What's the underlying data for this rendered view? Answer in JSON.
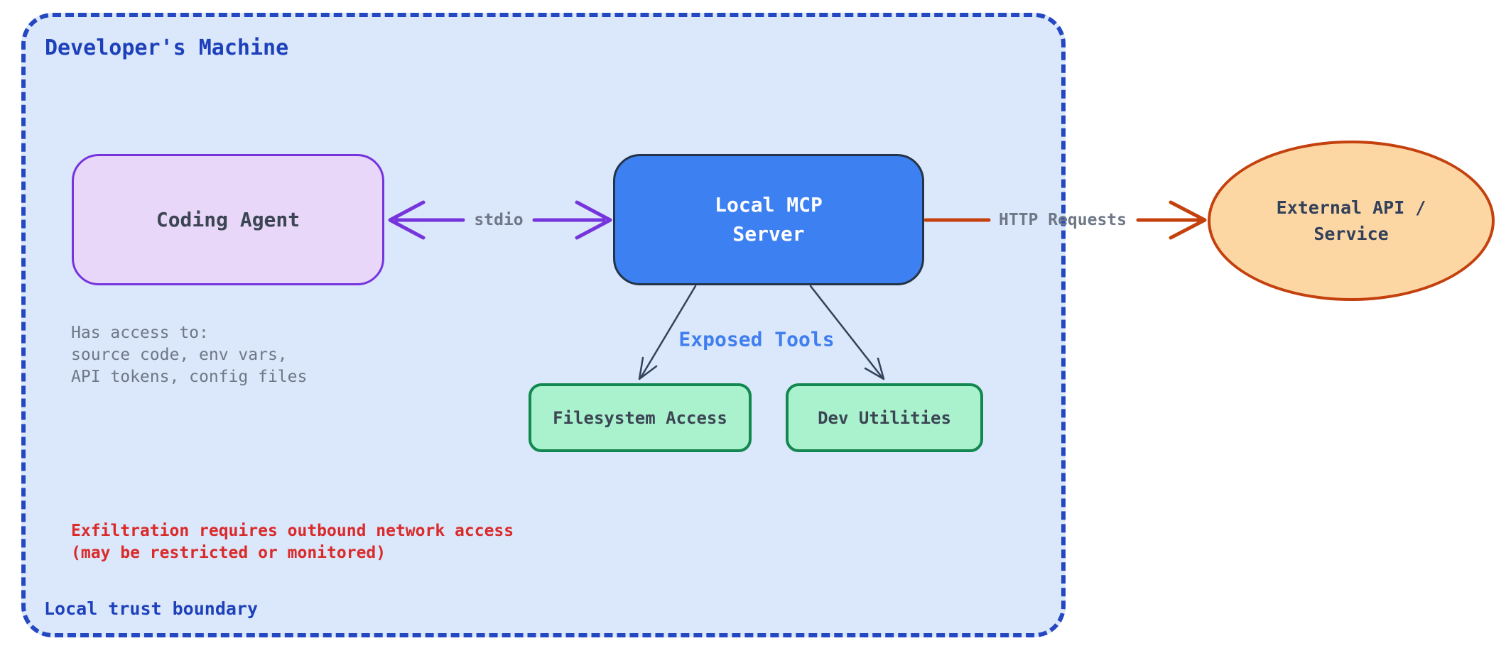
{
  "diagram": {
    "boundary": {
      "title": "Developer's Machine",
      "footer": "Local trust boundary"
    },
    "nodes": {
      "coding_agent": {
        "label": "Coding Agent"
      },
      "mcp_server": {
        "line1": "Local MCP",
        "line2": "Server"
      },
      "filesystem": {
        "label": "Filesystem Access"
      },
      "dev_utilities": {
        "label": "Dev Utilities"
      },
      "external_api": {
        "line1": "External API /",
        "line2": "Service"
      }
    },
    "edges": {
      "stdio": {
        "label": "stdio"
      },
      "http": {
        "label": "HTTP Requests"
      },
      "exposed_tools": {
        "label": "Exposed Tools"
      }
    },
    "notes": {
      "access": {
        "line1": "Has access to:",
        "line2": "source code, env vars,",
        "line3": "API tokens, config files"
      },
      "warning": {
        "line1": "Exfiltration requires outbound network access",
        "line2": "(may be restricted or monitored)"
      }
    },
    "colors": {
      "boundary_fill": "#dbe7fa",
      "boundary_border": "#2447c2",
      "boundary_text": "#1d41bb",
      "agent_fill": "#e8d7f8",
      "agent_border": "#7634dd",
      "server_fill": "#3d80f2",
      "server_border": "#243447",
      "tool_fill": "#aaf2ce",
      "tool_border": "#12874f",
      "external_fill": "#fcd7a4",
      "external_border": "#c4410e",
      "external_text": "#32405a",
      "stdio_arrow": "#7634dd",
      "http_arrow": "#c4410e",
      "tool_arrow": "#33435c",
      "exposed_tools_text": "#3f7ef0",
      "note_text": "#6e7887",
      "warning_text": "#da2a2a",
      "node_text": "#3c4554"
    }
  }
}
